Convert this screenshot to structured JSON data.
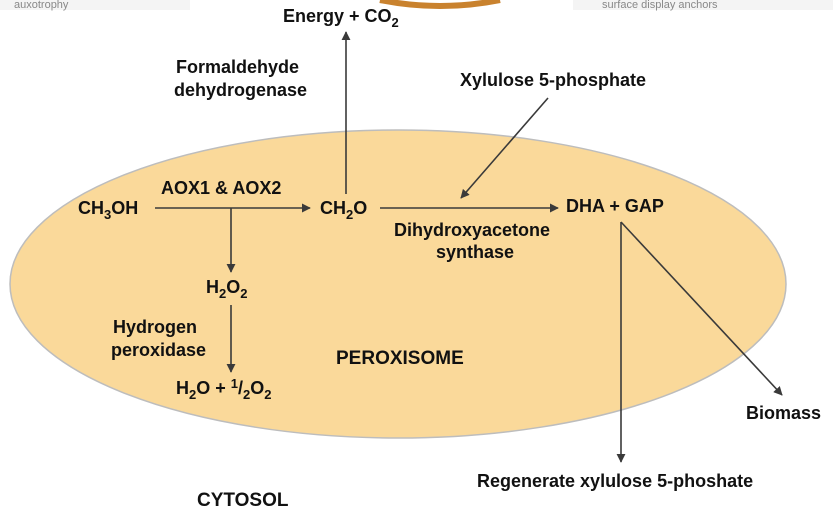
{
  "cropped_top_left": "auxotrophy",
  "cropped_top_right": "surface display anchors",
  "labels": {
    "energy": "Energy + CO",
    "energy_sub": "2",
    "formaldehyde_line1": "Formaldehyde",
    "formaldehyde_line2": "dehydrogenase",
    "xylulose": "Xylulose 5-phosphate",
    "aox": "AOX1 & AOX2",
    "methanol_a": "CH",
    "methanol_sub": "3",
    "methanol_b": "OH",
    "formaldehyde_a": "CH",
    "formaldehyde_sub": "2",
    "formaldehyde_b": "O",
    "dha_gap": "DHA + GAP",
    "dhas_line1": "Dihydroxyacetone",
    "dhas_line2": "synthase",
    "h2o2_a": "H",
    "h2o2_sub1": "2",
    "h2o2_b": "O",
    "h2o2_sub2": "2",
    "hp_line1": "Hydrogen",
    "hp_line2": "peroxidase",
    "water_a": "H",
    "water_sub1": "2",
    "water_b": "O + ",
    "water_sup": "1",
    "water_slash": "/",
    "water_sub2": "2",
    "water_c": "O",
    "water_sub3": "2",
    "peroxisome": "PEROXISOME",
    "biomass": "Biomass",
    "regenerate": "Regenerate xylulose 5-phoshate",
    "cytosol": "CYTOSOL"
  },
  "colors": {
    "peroxisome_fill": "#FAD99A",
    "peroxisome_stroke": "#BDBDBD",
    "arrow": "#3a3a3a",
    "text": "#111111",
    "background": "#FFFFFF"
  }
}
